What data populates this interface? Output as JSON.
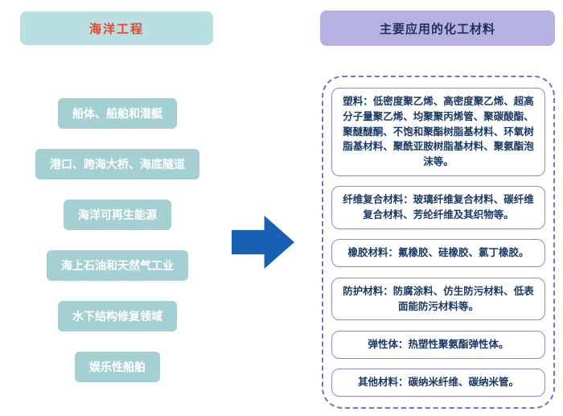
{
  "diagram": {
    "left": {
      "header": "海洋工程",
      "items": [
        "船体、船舶和潜艇",
        "港口、跨海大桥、海底隧道",
        "海洋可再生能源",
        "海上石油和天然气工业",
        "水下结构修复领域",
        "娱乐性船舶"
      ]
    },
    "arrow": {
      "icon": "right-arrow"
    },
    "right": {
      "header": "主要应用的化工材料",
      "items": [
        "塑料：低密度聚乙烯、高密度聚乙烯、超高分子量聚乙烯、均聚聚丙烯管、聚碳酸酯、聚醚醚酮、不饱和聚酯树脂基材料、环氧树脂基材料、聚酰亚胺树脂基材料、聚氨酯泡沫等。",
        "纤维复合材料：玻璃纤维复合材料、碳纤维复合材料、芳纶纤维及其织物等。",
        "橡胶材料：氟橡胶、硅橡胶、氯丁橡胶。",
        "防护材料：防腐涂料、仿生防污材料、低表面能防污材料等。",
        "弹性体：热塑性聚氨酯弹性体。",
        "其他材料：碳纳米纤维、碳纳米管。"
      ]
    },
    "colors": {
      "left_header_bg": "#badfe2",
      "left_header_text": "#e8462c",
      "left_item_bg": "#a5d0d3",
      "left_item_text": "#ffffff",
      "arrow": "#1760b4",
      "right_header_bg": "#b5b2e3",
      "right_header_text": "#232f5e",
      "dashed_border": "#7b6ec8",
      "material_item_border": "#9186d8",
      "material_item_text": "#1b3a66"
    }
  }
}
